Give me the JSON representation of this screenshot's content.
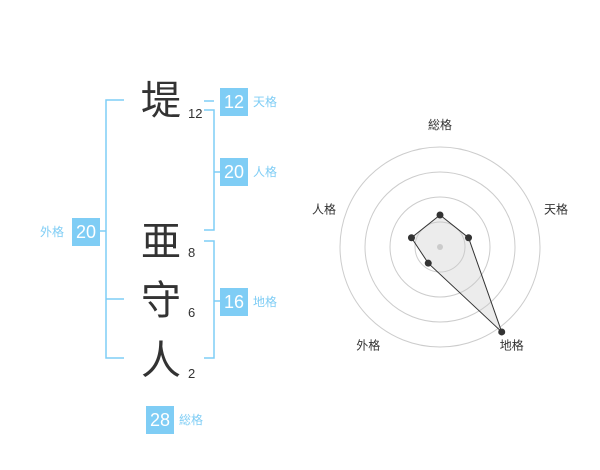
{
  "name": {
    "characters": [
      {
        "char": "堤",
        "strokes": "12"
      },
      {
        "char": "亜",
        "strokes": "8"
      },
      {
        "char": "守",
        "strokes": "6"
      },
      {
        "char": "人",
        "strokes": "2"
      }
    ]
  },
  "fortune": {
    "tenkaku": {
      "value": "12",
      "label": "天格"
    },
    "jinkaku": {
      "value": "20",
      "label": "人格"
    },
    "chikaku": {
      "value": "16",
      "label": "地格"
    },
    "gaikaku": {
      "value": "20",
      "label": "外格"
    },
    "soukaku": {
      "value": "28",
      "label": "総格"
    }
  },
  "colors": {
    "accent": "#7fcdf5",
    "text": "#333333",
    "ring": "#cccccc"
  },
  "chart_data": {
    "type": "radar",
    "axes": [
      "総格",
      "天格",
      "地格",
      "外格",
      "人格"
    ],
    "values": [
      0.32,
      0.3,
      1.05,
      0.2,
      0.3
    ],
    "range": [
      0,
      1
    ],
    "rings": 4
  }
}
